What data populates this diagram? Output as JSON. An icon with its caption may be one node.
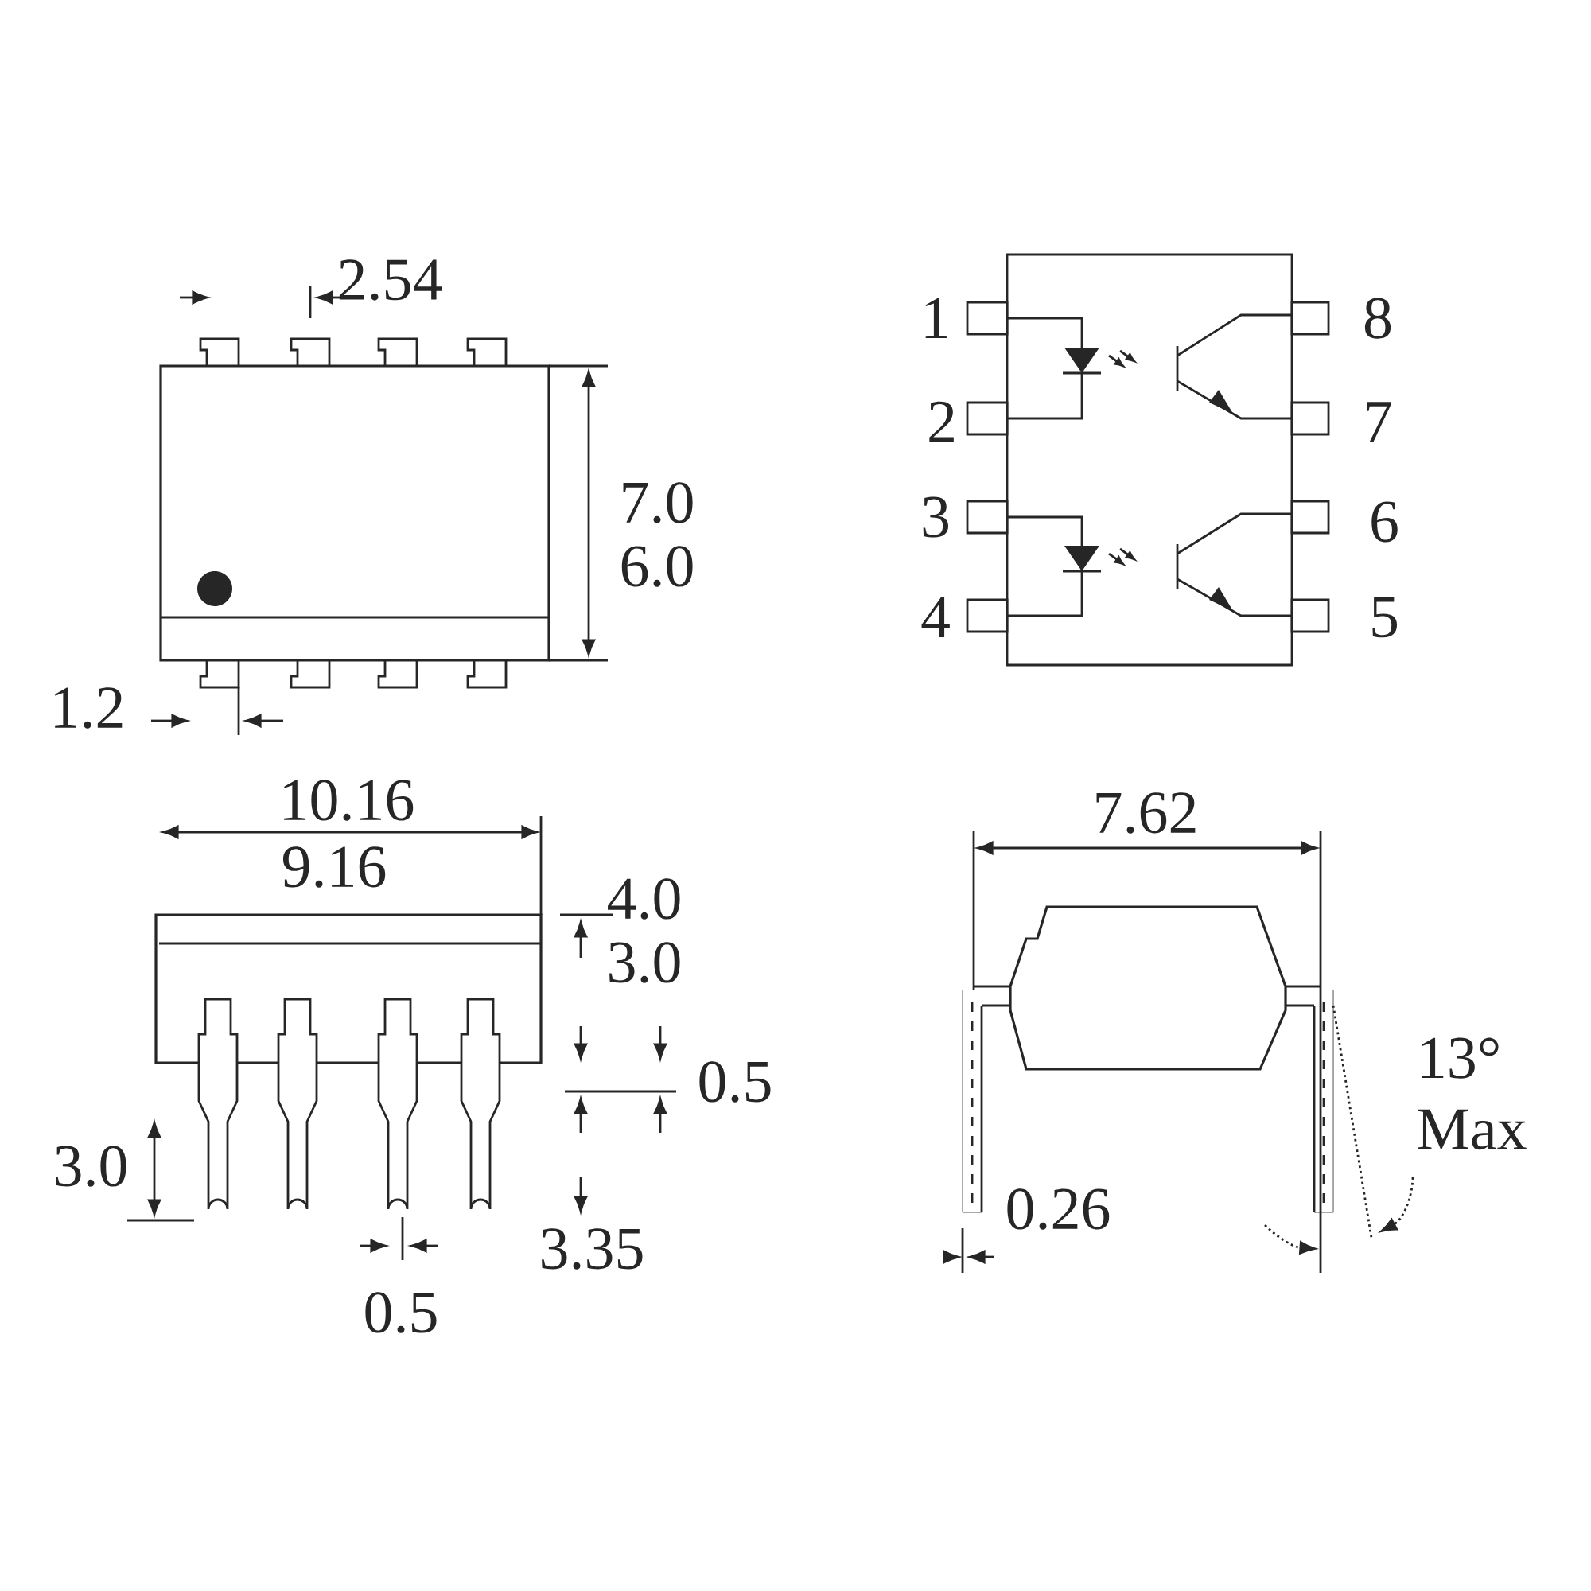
{
  "diagram": {
    "labels": [
      "2.54",
      "1",
      "8",
      "2",
      "7",
      "7.0",
      "6.0",
      "3",
      "6",
      "4",
      "5",
      "1.2",
      "10.16",
      "9.16",
      "7.62",
      "4.0",
      "3.0",
      "0.5",
      "13°",
      "Max",
      "3.0",
      "0.26",
      "3.35",
      "0.5"
    ]
  }
}
